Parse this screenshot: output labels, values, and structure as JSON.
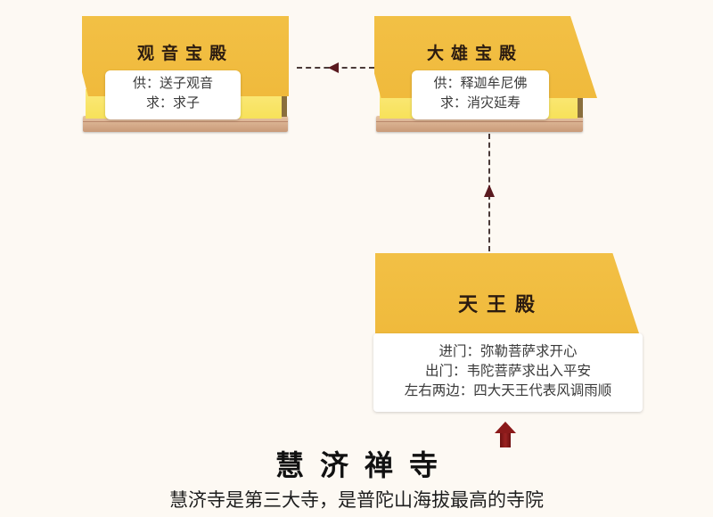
{
  "halls": {
    "guanyin": {
      "name": "观音宝殿",
      "lines": [
        "供：送子观音",
        "求：求子"
      ]
    },
    "daxiong": {
      "name": "大雄宝殿",
      "lines": [
        "供：释迦牟尼佛",
        "求：消灾延寿"
      ]
    },
    "tianwang": {
      "name": "天王殿",
      "lines": [
        "进门：弥勒菩萨求开心",
        "出门：韦陀菩萨求出入平安",
        "左右两边：四大天王代表风调雨顺"
      ]
    }
  },
  "connectors": [
    {
      "from": "大雄宝殿",
      "to": "观音宝殿",
      "style": "dashed",
      "direction": "left"
    },
    {
      "from": "天王殿",
      "to": "大雄宝殿",
      "style": "dashed",
      "direction": "up"
    }
  ],
  "entrance_arrow": {
    "direction": "up",
    "color": "#8b1a1a"
  },
  "footer": {
    "title": "慧济禅寺",
    "subtitle": "慧济寺是第三大寺，是普陀山海拔最高的寺院"
  },
  "colors": {
    "background": "#fdf9f3",
    "roof": "#f0ba3c",
    "wall": "#f7e15a",
    "base": "#c99a78",
    "arrow": "#8b1a1a"
  }
}
